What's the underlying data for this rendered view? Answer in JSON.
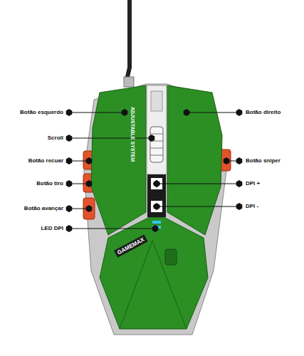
{
  "diagram": {
    "labels": [
      "Botão esquerdo",
      "Scroll",
      "Botão recuar",
      "Botão tiro",
      "Botão avançar",
      "LED DPI",
      "Botão direito",
      "Botão sniper",
      "DPI +",
      "DPI -",
      "ADJUSTABLE SYSTEM",
      "GAMEMAX"
    ]
  }
}
